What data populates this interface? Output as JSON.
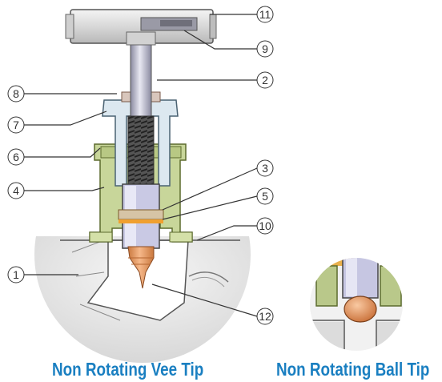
{
  "accent_color": "#1a7fc1",
  "callouts": [
    "1",
    "2",
    "3",
    "4",
    "5",
    "6",
    "7",
    "8",
    "9",
    "10",
    "11",
    "12"
  ],
  "captions": {
    "left": "Non Rotating Vee Tip",
    "right": "Non Rotating Ball Tip"
  }
}
